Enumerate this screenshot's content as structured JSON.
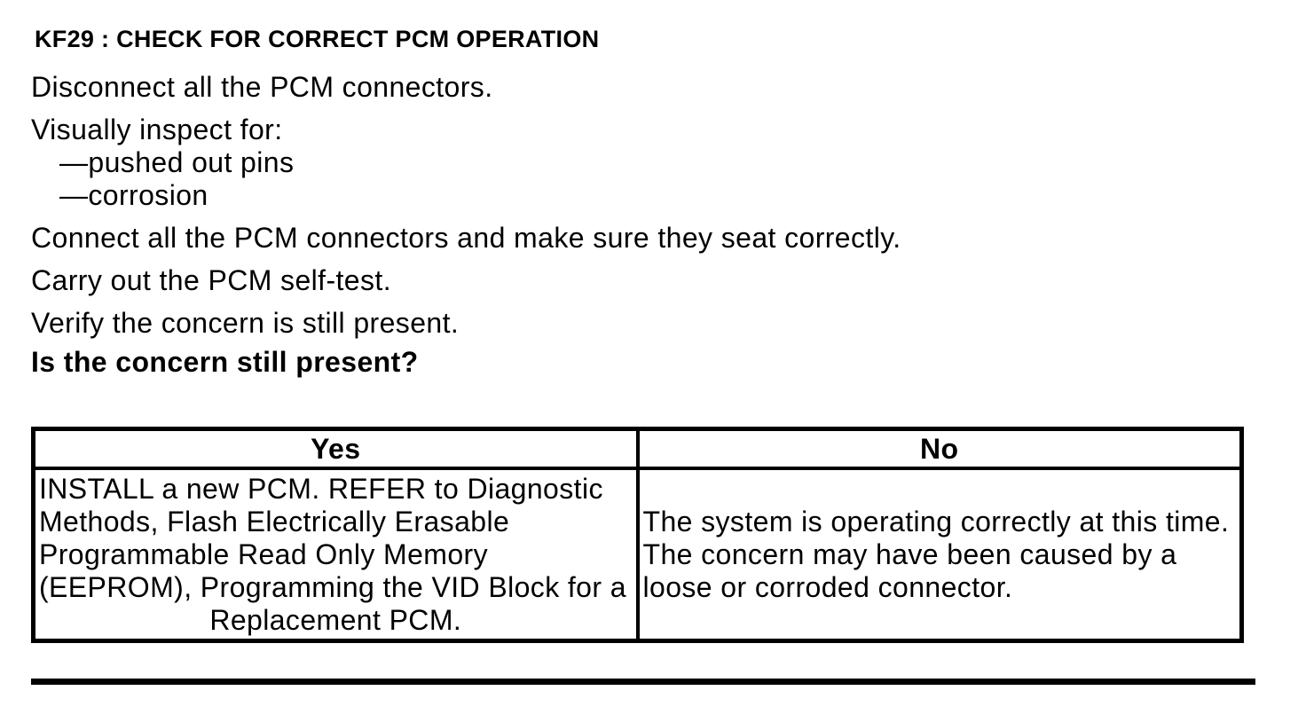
{
  "colors": {
    "text": "#000000",
    "background": "#ffffff",
    "table_border": "#000000"
  },
  "document": {
    "title": "KF29 : CHECK FOR CORRECT PCM OPERATION",
    "steps": [
      "Disconnect all the PCM connectors.",
      "Visually inspect for:",
      "Connect all the PCM connectors and make sure they seat correctly.",
      "Carry out the PCM self-test.",
      "Verify the concern is still present."
    ],
    "inspect_items": [
      "—pushed out pins",
      "—corrosion"
    ],
    "question": "Is the concern still present?"
  },
  "results_table": {
    "yes": {
      "header": "Yes",
      "lines": [
        "INSTALL a new PCM. REFER to Diagnostic",
        "Methods, Flash Electrically Erasable",
        "Programmable Read Only Memory",
        "(EEPROM), Programming the VID Block for a",
        "Replacement PCM."
      ]
    },
    "no": {
      "header": "No",
      "lines": [
        "The system is operating correctly at this time.",
        "The concern may have been caused by a",
        "loose or corroded connector."
      ]
    }
  }
}
